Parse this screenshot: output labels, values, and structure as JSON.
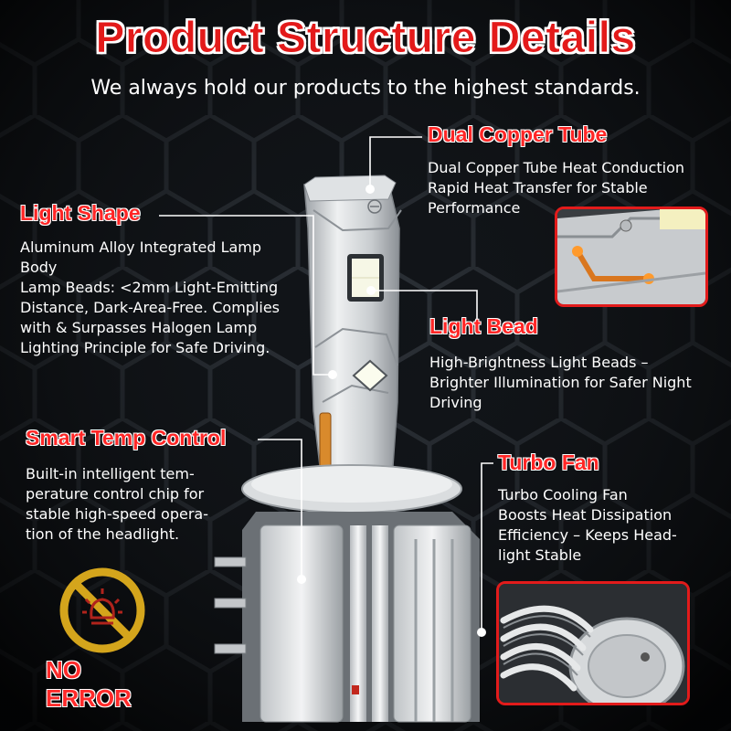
{
  "header": {
    "title": "Product Structure Details",
    "subtitle": "We always hold our products to the highest standards."
  },
  "features": {
    "dual_copper_tube": {
      "title": "Dual Copper Tube",
      "body": "Dual Copper Tube Heat Conduction\nRapid Heat Transfer for Stable\nPerformance"
    },
    "light_shape": {
      "title": "Light Shape",
      "body": "Aluminum Alloy Integrated Lamp\nBody\nLamp Beads: <2mm Light-Emitting\nDistance, Dark-Area-Free. Complies\nwith & Surpasses Halogen Lamp\nLighting Principle for Safe Driving."
    },
    "light_bead": {
      "title": "Light Bead",
      "body": "High-Brightness Light Beads –\nBrighter Illumination for Safer Night\nDriving"
    },
    "smart_temp_control": {
      "title": "Smart Temp Control",
      "body": "Built-in intelligent tem-\nperature control chip for\nstable high-speed opera-\ntion of the headlight."
    },
    "turbo_fan": {
      "title": "Turbo Fan",
      "body": "Turbo Cooling Fan\nBoosts Heat Dissipation\nEfficiency – Keeps Head-\nlight Stable"
    }
  },
  "badge": {
    "label": "NO ERROR",
    "icon": "no-warning-light-icon",
    "color": "#d4a51c"
  },
  "colors": {
    "accent_red": "#e31a1a",
    "text_white": "#ffffff",
    "background": "#0b0d10"
  }
}
